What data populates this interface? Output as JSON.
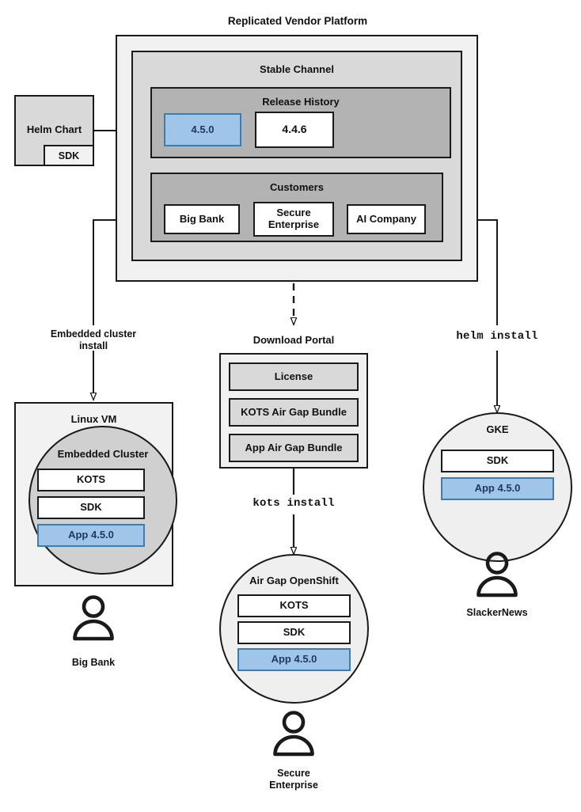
{
  "diagram": {
    "title": "Replicated Vendor Platform",
    "colors": {
      "accent_blue_fill": "#9FC5E8",
      "accent_blue_border": "#3D7EAF",
      "accent_blue_text": "#1F3864",
      "panel_outer": "#F0F0F0",
      "panel_mid": "#D9D9D9",
      "panel_inner": "#B3B3B3",
      "stroke": "#1a1a1a",
      "circle_gray": "#D0D0D0",
      "circle_light": "#EFEFEF"
    }
  },
  "source": {
    "helm_chart": {
      "label": "Helm Chart",
      "sdk_label": "SDK"
    }
  },
  "platform": {
    "channel": {
      "title": "Stable Channel"
    },
    "release_history": {
      "title": "Release History",
      "releases": [
        {
          "version": "4.5.0",
          "highlighted": true
        },
        {
          "version": "4.4.6",
          "highlighted": false
        }
      ]
    },
    "customers": {
      "title": "Customers",
      "items": [
        {
          "name": "Big Bank"
        },
        {
          "name": "Secure\nEnterprise"
        },
        {
          "name": "AI Company"
        }
      ]
    }
  },
  "flows": {
    "embedded_cluster_install": "Embedded cluster\ninstall",
    "kots_install": "kots install",
    "helm_install": "helm install"
  },
  "download_portal": {
    "title": "Download Portal",
    "artifacts": [
      {
        "label": "License"
      },
      {
        "label": "KOTS Air Gap Bundle"
      },
      {
        "label": "App Air Gap Bundle"
      }
    ]
  },
  "targets": {
    "linux_vm": {
      "title": "Linux VM",
      "cluster_title": "Embedded Cluster",
      "components": [
        {
          "label": "KOTS",
          "highlighted": false
        },
        {
          "label": "SDK",
          "highlighted": false
        },
        {
          "label": "App 4.5.0",
          "highlighted": true
        }
      ],
      "actor": "Big Bank"
    },
    "airgap_openshift": {
      "title": "Air Gap OpenShift",
      "components": [
        {
          "label": "KOTS",
          "highlighted": false
        },
        {
          "label": "SDK",
          "highlighted": false
        },
        {
          "label": "App 4.5.0",
          "highlighted": true
        }
      ],
      "actor": "Secure\nEnterprise"
    },
    "gke": {
      "title": "GKE",
      "components": [
        {
          "label": "SDK",
          "highlighted": false
        },
        {
          "label": "App 4.5.0",
          "highlighted": true
        }
      ],
      "actor": "SlackerNews"
    }
  }
}
